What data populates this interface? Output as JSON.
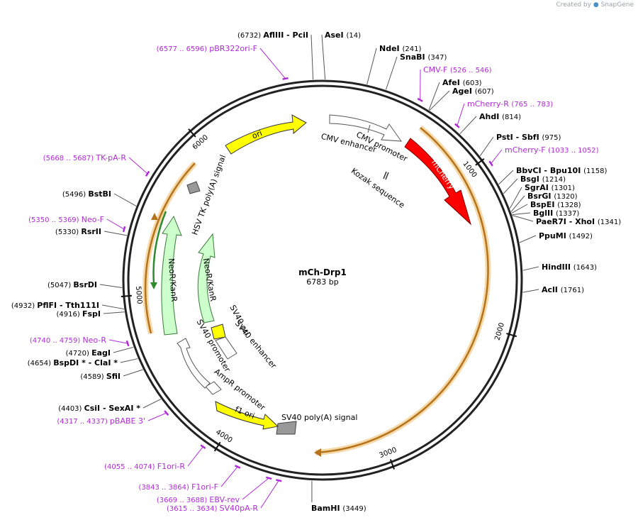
{
  "credit": {
    "prefix": "Created by",
    "brand": "SnapGene"
  },
  "plasmid": {
    "name": "mCh-Drp1",
    "length_label": "6783 bp",
    "length": 6783
  },
  "ticks": [
    {
      "bp": 1000,
      "label": "1000"
    },
    {
      "bp": 2000,
      "label": "2000"
    },
    {
      "bp": 3000,
      "label": "3000"
    },
    {
      "bp": 4000,
      "label": "4000"
    },
    {
      "bp": 5000,
      "label": "5000"
    },
    {
      "bp": 6000,
      "label": "6000"
    }
  ],
  "sites": [
    {
      "name": "AflIII - PciI",
      "pos": "(6732)",
      "bp": 6732,
      "side": "left"
    },
    {
      "name": "AseI",
      "pos": "(14)",
      "bp": 14,
      "side": "right"
    },
    {
      "name": "NdeI",
      "pos": "(241)",
      "bp": 241,
      "side": "right"
    },
    {
      "name": "SnaBI",
      "pos": "(347)",
      "bp": 347,
      "side": "right"
    },
    {
      "name": "AfeI",
      "pos": "(603)",
      "bp": 603,
      "side": "right"
    },
    {
      "name": "AgeI",
      "pos": "(607)",
      "bp": 607,
      "side": "right"
    },
    {
      "name": "AhdI",
      "pos": "(814)",
      "bp": 814,
      "side": "right"
    },
    {
      "name": "PstI - SbfI",
      "pos": "(975)",
      "bp": 975,
      "side": "right"
    },
    {
      "name": "BbvCI - Bpu10I",
      "pos": "(1158)",
      "bp": 1158,
      "side": "right"
    },
    {
      "name": "BsgI",
      "pos": "(1214)",
      "bp": 1214,
      "side": "right"
    },
    {
      "name": "SgrAI",
      "pos": "(1301)",
      "bp": 1301,
      "side": "right"
    },
    {
      "name": "BsrGI",
      "pos": "(1320)",
      "bp": 1320,
      "side": "right"
    },
    {
      "name": "BspEI",
      "pos": "(1328)",
      "bp": 1328,
      "side": "right"
    },
    {
      "name": "BglII",
      "pos": "(1337)",
      "bp": 1337,
      "side": "right"
    },
    {
      "name": "PaeR7I - XhoI",
      "pos": "(1341)",
      "bp": 1341,
      "side": "right"
    },
    {
      "name": "PpuMI",
      "pos": "(1492)",
      "bp": 1492,
      "side": "right"
    },
    {
      "name": "HindIII",
      "pos": "(1643)",
      "bp": 1643,
      "side": "right"
    },
    {
      "name": "AclI",
      "pos": "(1761)",
      "bp": 1761,
      "side": "right"
    },
    {
      "name": "BamHI",
      "pos": "(3449)",
      "bp": 3449,
      "side": "right"
    },
    {
      "name": "CsiI - SexAI *",
      "pos": "(4403)",
      "bp": 4403,
      "side": "left"
    },
    {
      "name": "SfiI",
      "pos": "(4589)",
      "bp": 4589,
      "side": "left"
    },
    {
      "name": "BspDI * - ClaI *",
      "pos": "(4654)",
      "bp": 4654,
      "side": "left"
    },
    {
      "name": "EagI",
      "pos": "(4720)",
      "bp": 4720,
      "side": "left"
    },
    {
      "name": "FspI",
      "pos": "(4916)",
      "bp": 4916,
      "side": "left"
    },
    {
      "name": "PflFI - Tth111I",
      "pos": "(4932)",
      "bp": 4932,
      "side": "left"
    },
    {
      "name": "BsrDI",
      "pos": "(5047)",
      "bp": 5047,
      "side": "left"
    },
    {
      "name": "RsrII",
      "pos": "(5330)",
      "bp": 5330,
      "side": "left"
    },
    {
      "name": "BstBI",
      "pos": "(5496)",
      "bp": 5496,
      "side": "left"
    }
  ],
  "primers": [
    {
      "name": "pBR322ori-F",
      "pos": "(6577 .. 6596)",
      "bp": 6586,
      "side": "left"
    },
    {
      "name": "CMV-F",
      "pos": "(526 .. 546)",
      "bp": 536,
      "side": "right"
    },
    {
      "name": "mCherry-R",
      "pos": "(765 .. 783)",
      "bp": 774,
      "side": "right"
    },
    {
      "name": "mCherry-F",
      "pos": "(1033 .. 1052)",
      "bp": 1042,
      "side": "right"
    },
    {
      "name": "TK-pA-R",
      "pos": "(5668 .. 5687)",
      "bp": 5677,
      "side": "left"
    },
    {
      "name": "Neo-F",
      "pos": "(5350 .. 5369)",
      "bp": 5359,
      "side": "left"
    },
    {
      "name": "Neo-R",
      "pos": "(4740 .. 4759)",
      "bp": 4749,
      "side": "left"
    },
    {
      "name": "pBABE 3'",
      "pos": "(4317 .. 4337)",
      "bp": 4327,
      "side": "left"
    },
    {
      "name": "F1ori-R",
      "pos": "(4055 .. 4074)",
      "bp": 4064,
      "side": "left"
    },
    {
      "name": "F1ori-F",
      "pos": "(3843 .. 3864)",
      "bp": 3853,
      "side": "left"
    },
    {
      "name": "EBV-rev",
      "pos": "(3669 .. 3688)",
      "bp": 3678,
      "side": "left"
    },
    {
      "name": "SV40pA-R",
      "pos": "(3615 .. 3634)",
      "bp": 3624,
      "side": "left"
    }
  ],
  "features": [
    {
      "name": "CMV enhancer",
      "color": "#ffffff"
    },
    {
      "name": "CMV promoter",
      "color": "#ffffff"
    },
    {
      "name": "Kozak sequence",
      "color": "#000000"
    },
    {
      "name": "mCherry",
      "color": "#ff0000"
    },
    {
      "name": "SV40 poly(A) signal",
      "color": "#999999"
    },
    {
      "name": "f1 ori",
      "color": "#ffff00"
    },
    {
      "name": "AmpR promoter",
      "color": "#ffffff"
    },
    {
      "name": "SV40 promoter",
      "color": "#ffffff"
    },
    {
      "name": "SV40 ori",
      "color": "#ffff00"
    },
    {
      "name": "SV40 enhancer",
      "color": "#ffffff"
    },
    {
      "name": "NeoR/KanR",
      "color": "#ccffcc"
    },
    {
      "name": "HSV TK poly(A) signal",
      "color": "#999999"
    },
    {
      "name": "ori",
      "color": "#ffff00"
    }
  ],
  "orfs": [
    {
      "name": "mCherry ORF",
      "color": "#e6a545"
    },
    {
      "name": "NeoR ORF",
      "color": "#2e8b2e"
    }
  ],
  "colors": {
    "backbone": "#222222",
    "primer": "#b02cd6",
    "orf": "#e6a545",
    "orf_glow": "#f6d9a8"
  }
}
